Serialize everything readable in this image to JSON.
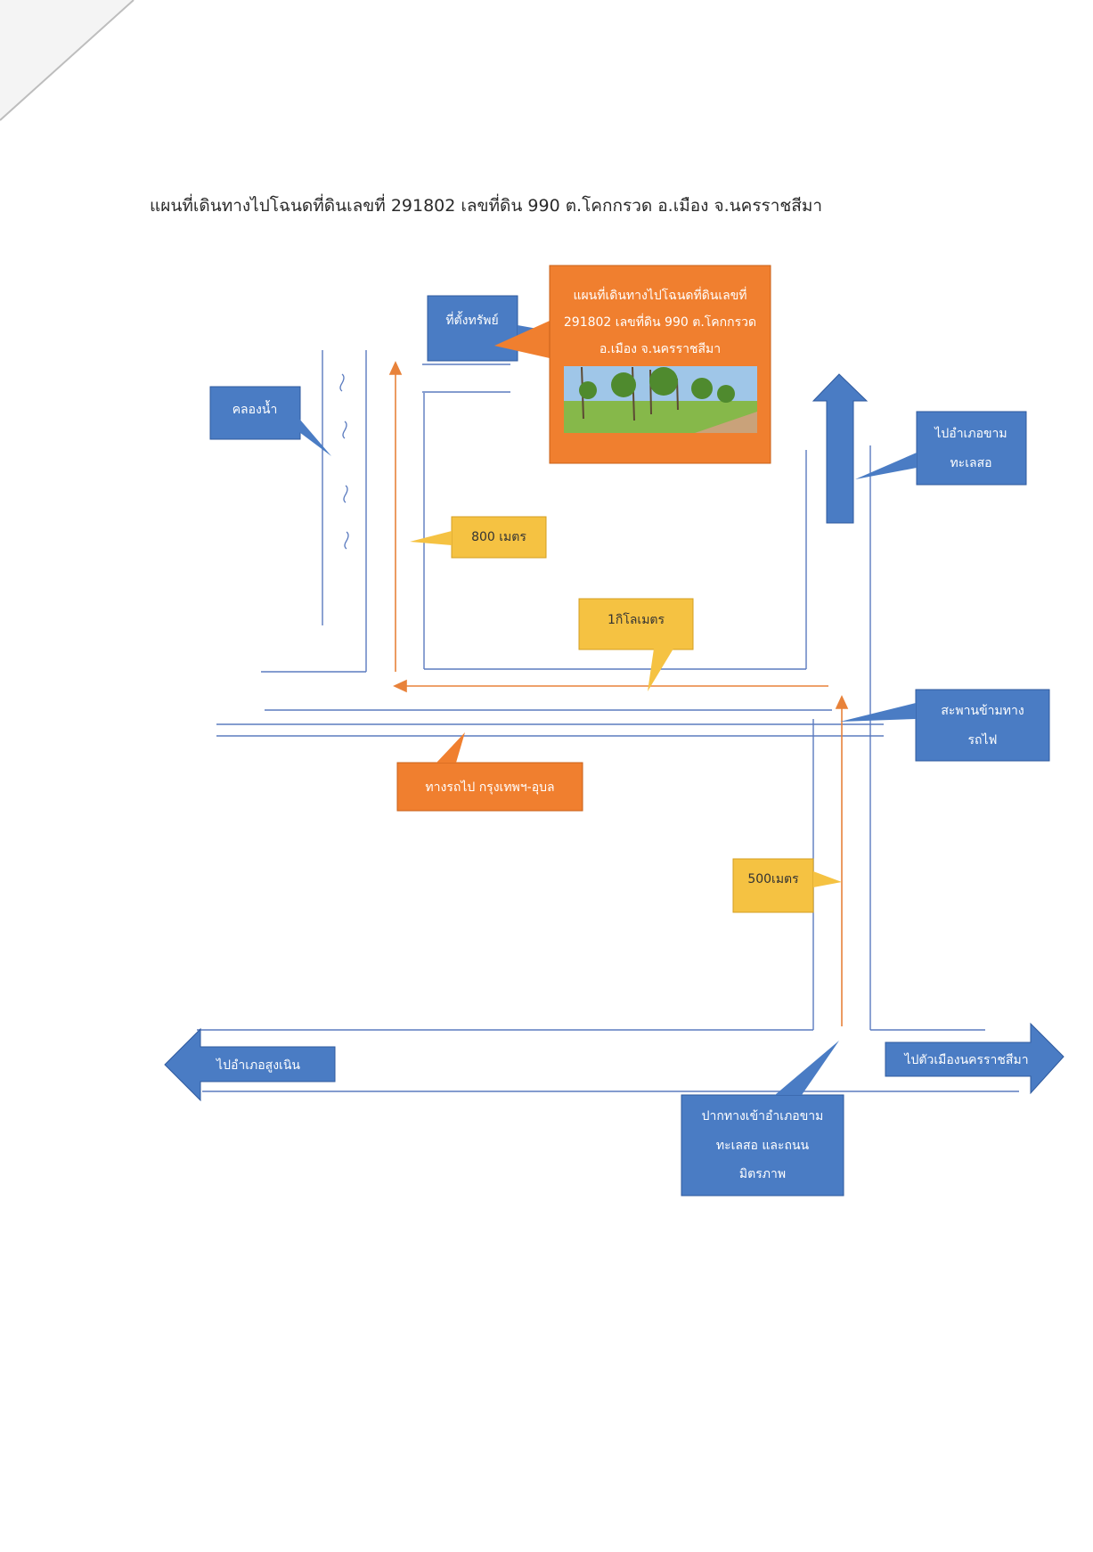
{
  "title": "แผนที่เดินทางไปโฉนดที่ดินเลขที่ 291802 เลขที่ดิน 990 ต.โคกกรวด อ.เมือง จ.นครราชสีมา",
  "colors": {
    "blue_box": "#4a7cc4",
    "orange_box": "#f07f2f",
    "yellow_box": "#f5c242",
    "road_line": "#5b7bbf",
    "route_line": "#e8823a",
    "photo_sky": "#9fc6e8",
    "photo_grass": "#86b84a"
  },
  "labels": {
    "property_location": "ที่ตั้งทรัพย์",
    "photo_caption": [
      "แผนที่เดินทางไปโฉนดที่ดินเลขที่",
      "291802 เลขที่ดิน 990 ต.โคกกรวด",
      "อ.เมือง จ.นครราชสีมา"
    ],
    "canal": "คลองน้ำ",
    "to_kham_thale_so": [
      "ไปอำเภอขาม",
      "ทะเลสอ"
    ],
    "distance_800m": "800 เมตร",
    "distance_1km": "1กิโลเมตร",
    "railway_overpass": [
      "สะพานข้ามทาง",
      "รถไฟ"
    ],
    "railway": "ทางรถไป กรุงเทพฯ-อุบล",
    "distance_500m": "500เมตร",
    "to_sung_noen": "ไปอำเภอสูงเนิน",
    "to_nakhon_ratchasima": "ไปตัวเมืองนครราชสีมา",
    "entrance": [
      "ปากทางเข้าอำเภอขาม",
      "ทะเลสอ และถนน",
      "มิตรภาพ"
    ]
  },
  "icons": {
    "arrow_north": "arrow-up-icon",
    "arrow_west": "arrow-left-icon",
    "arrow_east": "arrow-right-icon"
  }
}
